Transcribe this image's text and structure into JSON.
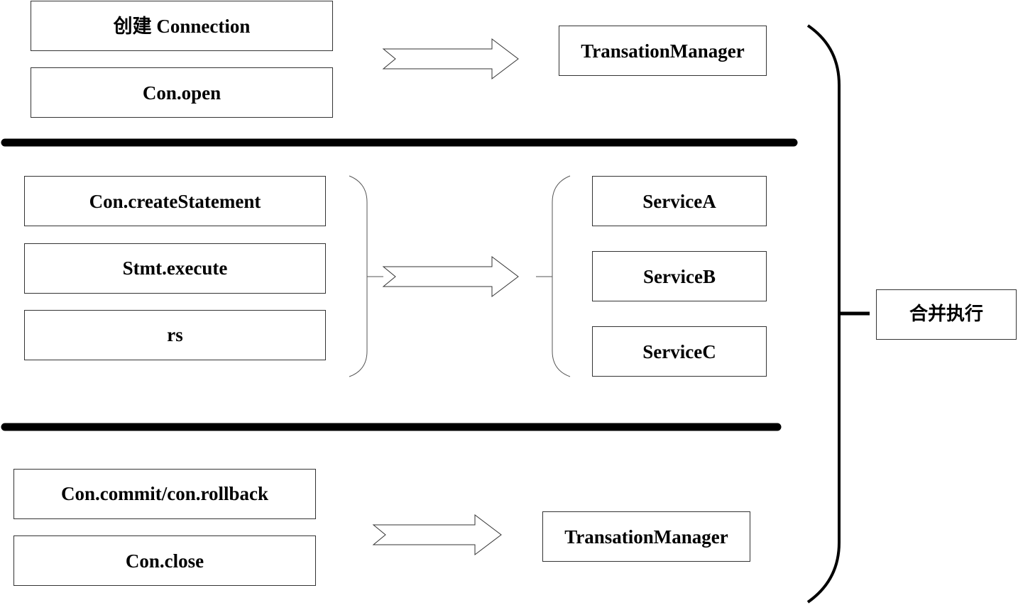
{
  "top": {
    "steps": [
      "创建 Connection",
      "Con.open"
    ],
    "target": "TransationManager"
  },
  "middle": {
    "steps": [
      "Con.createStatement",
      "Stmt.execute",
      "rs"
    ],
    "targets": [
      "ServiceA",
      "ServiceB",
      "ServiceC"
    ]
  },
  "bottom": {
    "steps": [
      "Con.commit/con.rollback",
      "Con.close"
    ],
    "target": "TransationManager"
  },
  "merge_label": "合并执行"
}
